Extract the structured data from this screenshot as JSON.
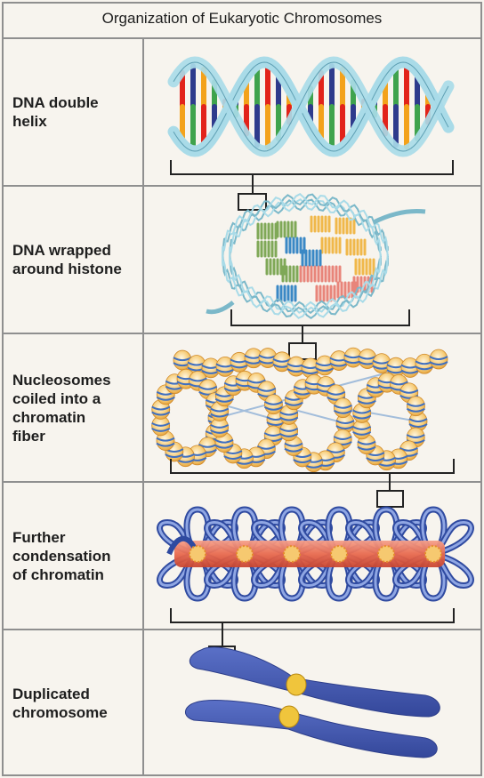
{
  "title": "Organization of Eukaryotic Chromosomes",
  "rows": [
    {
      "label_lines": [
        "DNA double",
        "helix"
      ]
    },
    {
      "label_lines": [
        "DNA wrapped",
        "around histone"
      ]
    },
    {
      "label_lines": [
        "Nucleosomes",
        "coiled into a",
        "chromatin",
        "fiber"
      ]
    },
    {
      "label_lines": [
        "Further",
        "condensation",
        "of chromatin"
      ]
    },
    {
      "label_lines": [
        "Duplicated",
        "chromosome"
      ]
    }
  ],
  "colors": {
    "background": "#f7f4ee",
    "border": "#8f8f8f",
    "dna_backbone": "#a9dbe8",
    "base_pairs": [
      "#e2231a",
      "#2e3b8c",
      "#f3a21b",
      "#3fa34d"
    ],
    "histone_colors": [
      "#7fa857",
      "#f0b84a",
      "#e8857a",
      "#3a88c5"
    ],
    "nucleosome_fill": "#f6c970",
    "chromatin_loop": "#4d6fc4",
    "scaffold": "#e86a4f",
    "chromosome": "#4258b0",
    "centromere": "#f0c53c"
  }
}
